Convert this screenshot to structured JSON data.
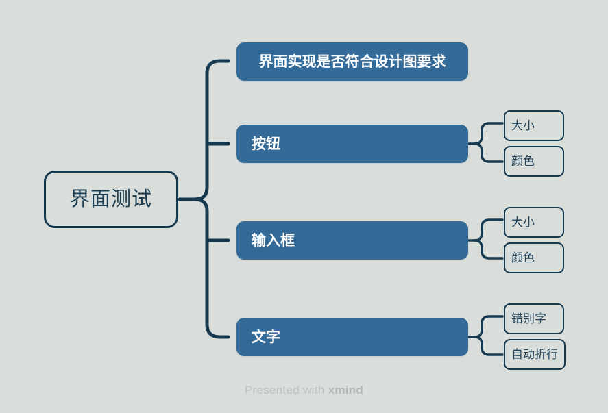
{
  "background_color": "#dadedb",
  "theme": {
    "root_border_color": "#17394f",
    "root_text_color": "#1b3d52",
    "main_node_fill": "#336a97",
    "main_node_text_color": "#ffffff",
    "leaf_border_color": "#17394f",
    "leaf_text_color": "#23455c",
    "connector_color": "#17394f",
    "footer_text_color": "#bdc3bf"
  },
  "mindmap": {
    "root": {
      "label": "界面测试"
    },
    "branches": [
      {
        "label": "界面实现是否符合设计图要求",
        "align": "center",
        "children": []
      },
      {
        "label": "按钮",
        "align": "left",
        "children": [
          {
            "label": "大小"
          },
          {
            "label": "颜色"
          }
        ]
      },
      {
        "label": "输入框",
        "align": "left",
        "children": [
          {
            "label": "大小"
          },
          {
            "label": "颜色"
          }
        ]
      },
      {
        "label": "文字",
        "align": "left",
        "children": [
          {
            "label": "错别字"
          },
          {
            "label": "自动折行"
          }
        ]
      }
    ]
  },
  "footer": {
    "prefix": "Presented with ",
    "brand": "xmind"
  }
}
